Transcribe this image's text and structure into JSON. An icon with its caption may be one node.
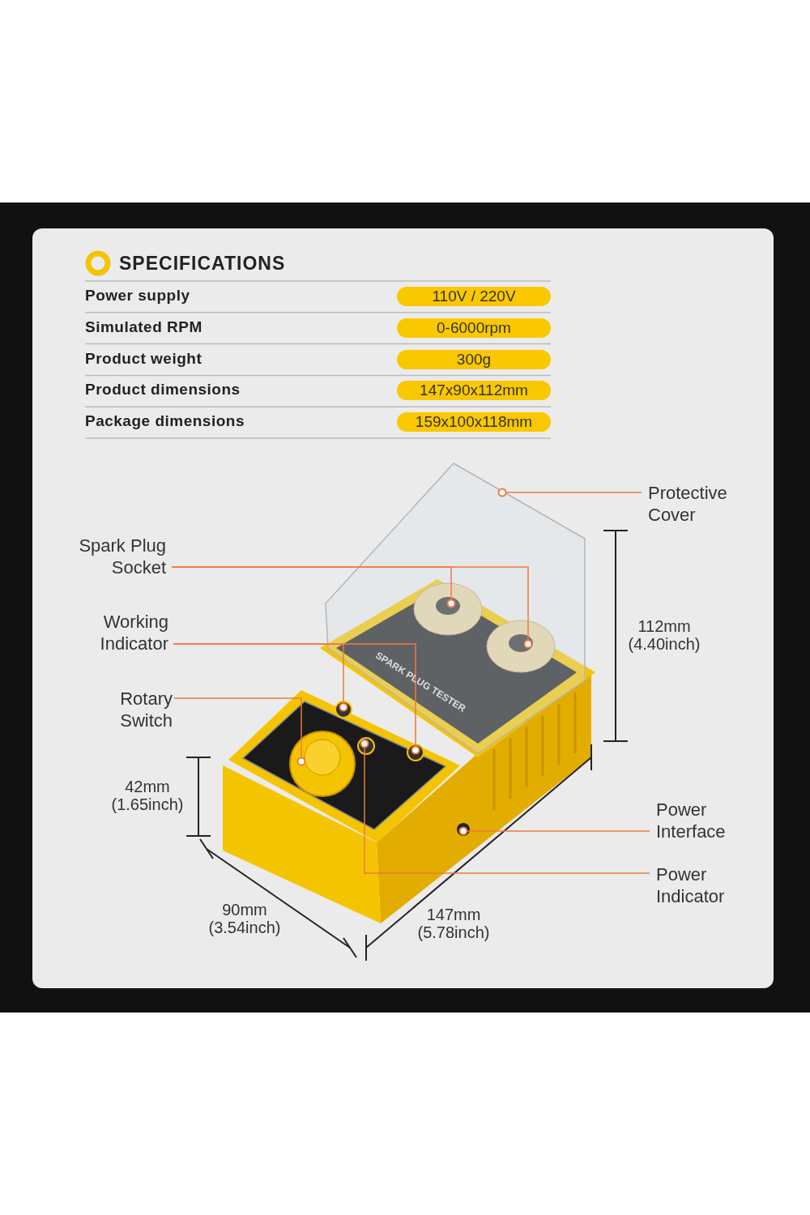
{
  "diagram": {
    "title": "SPECIFICATIONS",
    "nodes": [
      {
        "text": [
          "Protective Cover"
        ]
      },
      {
        "text": [],
        "shape": "circle"
      },
      {
        "text": [
          "Spark Plug Socket"
        ]
      },
      {
        "text": [],
        "shape": "circle"
      },
      {
        "text": [],
        "shape": "circle"
      },
      {
        "text": [
          "Working Indicator"
        ]
      },
      {
        "text": [],
        "shape": "circle"
      },
      {
        "text": [],
        "shape": "circle"
      },
      {
        "text": [
          "Rotary Switch"
        ]
      },
      {
        "text": [],
        "shape": "circle"
      },
      {
        "text": [
          "Power Interface"
        ]
      },
      {
        "text": [],
        "shape": "circle"
      },
      {
        "text": [
          "Power Indicator"
        ]
      },
      {
        "text": [],
        "shape": "circle"
      }
    ],
    "edges": [
      {
        "from": 0,
        "to": 1,
        "arrow": "none"
      },
      {
        "from": 2,
        "to": 3,
        "arrow": "none"
      },
      {
        "from": 2,
        "to": 4,
        "arrow": "none"
      },
      {
        "from": 5,
        "to": 6,
        "arrow": "none"
      },
      {
        "from": 5,
        "to": 7,
        "arrow": "none"
      },
      {
        "from": 8,
        "to": 9,
        "arrow": "none"
      },
      {
        "from": 10,
        "to": 11,
        "arrow": "none"
      },
      {
        "from": 12,
        "to": 13,
        "arrow": "none"
      }
    ],
    "labels": [
      "Power supply",
      "110V / 220V",
      "Simulated RPM",
      "0-6000rpm",
      "Product weight",
      "300g",
      "Product dimensions",
      "147x90x112mm",
      "Package dimensions",
      "159x100x118mm",
      "112mm (4.40inch)",
      "42mm (1.65inch)",
      "90mm (3.54inch)",
      "147mm (5.78inch)",
      "SPARK PLUG TESTER"
    ]
  }
}
